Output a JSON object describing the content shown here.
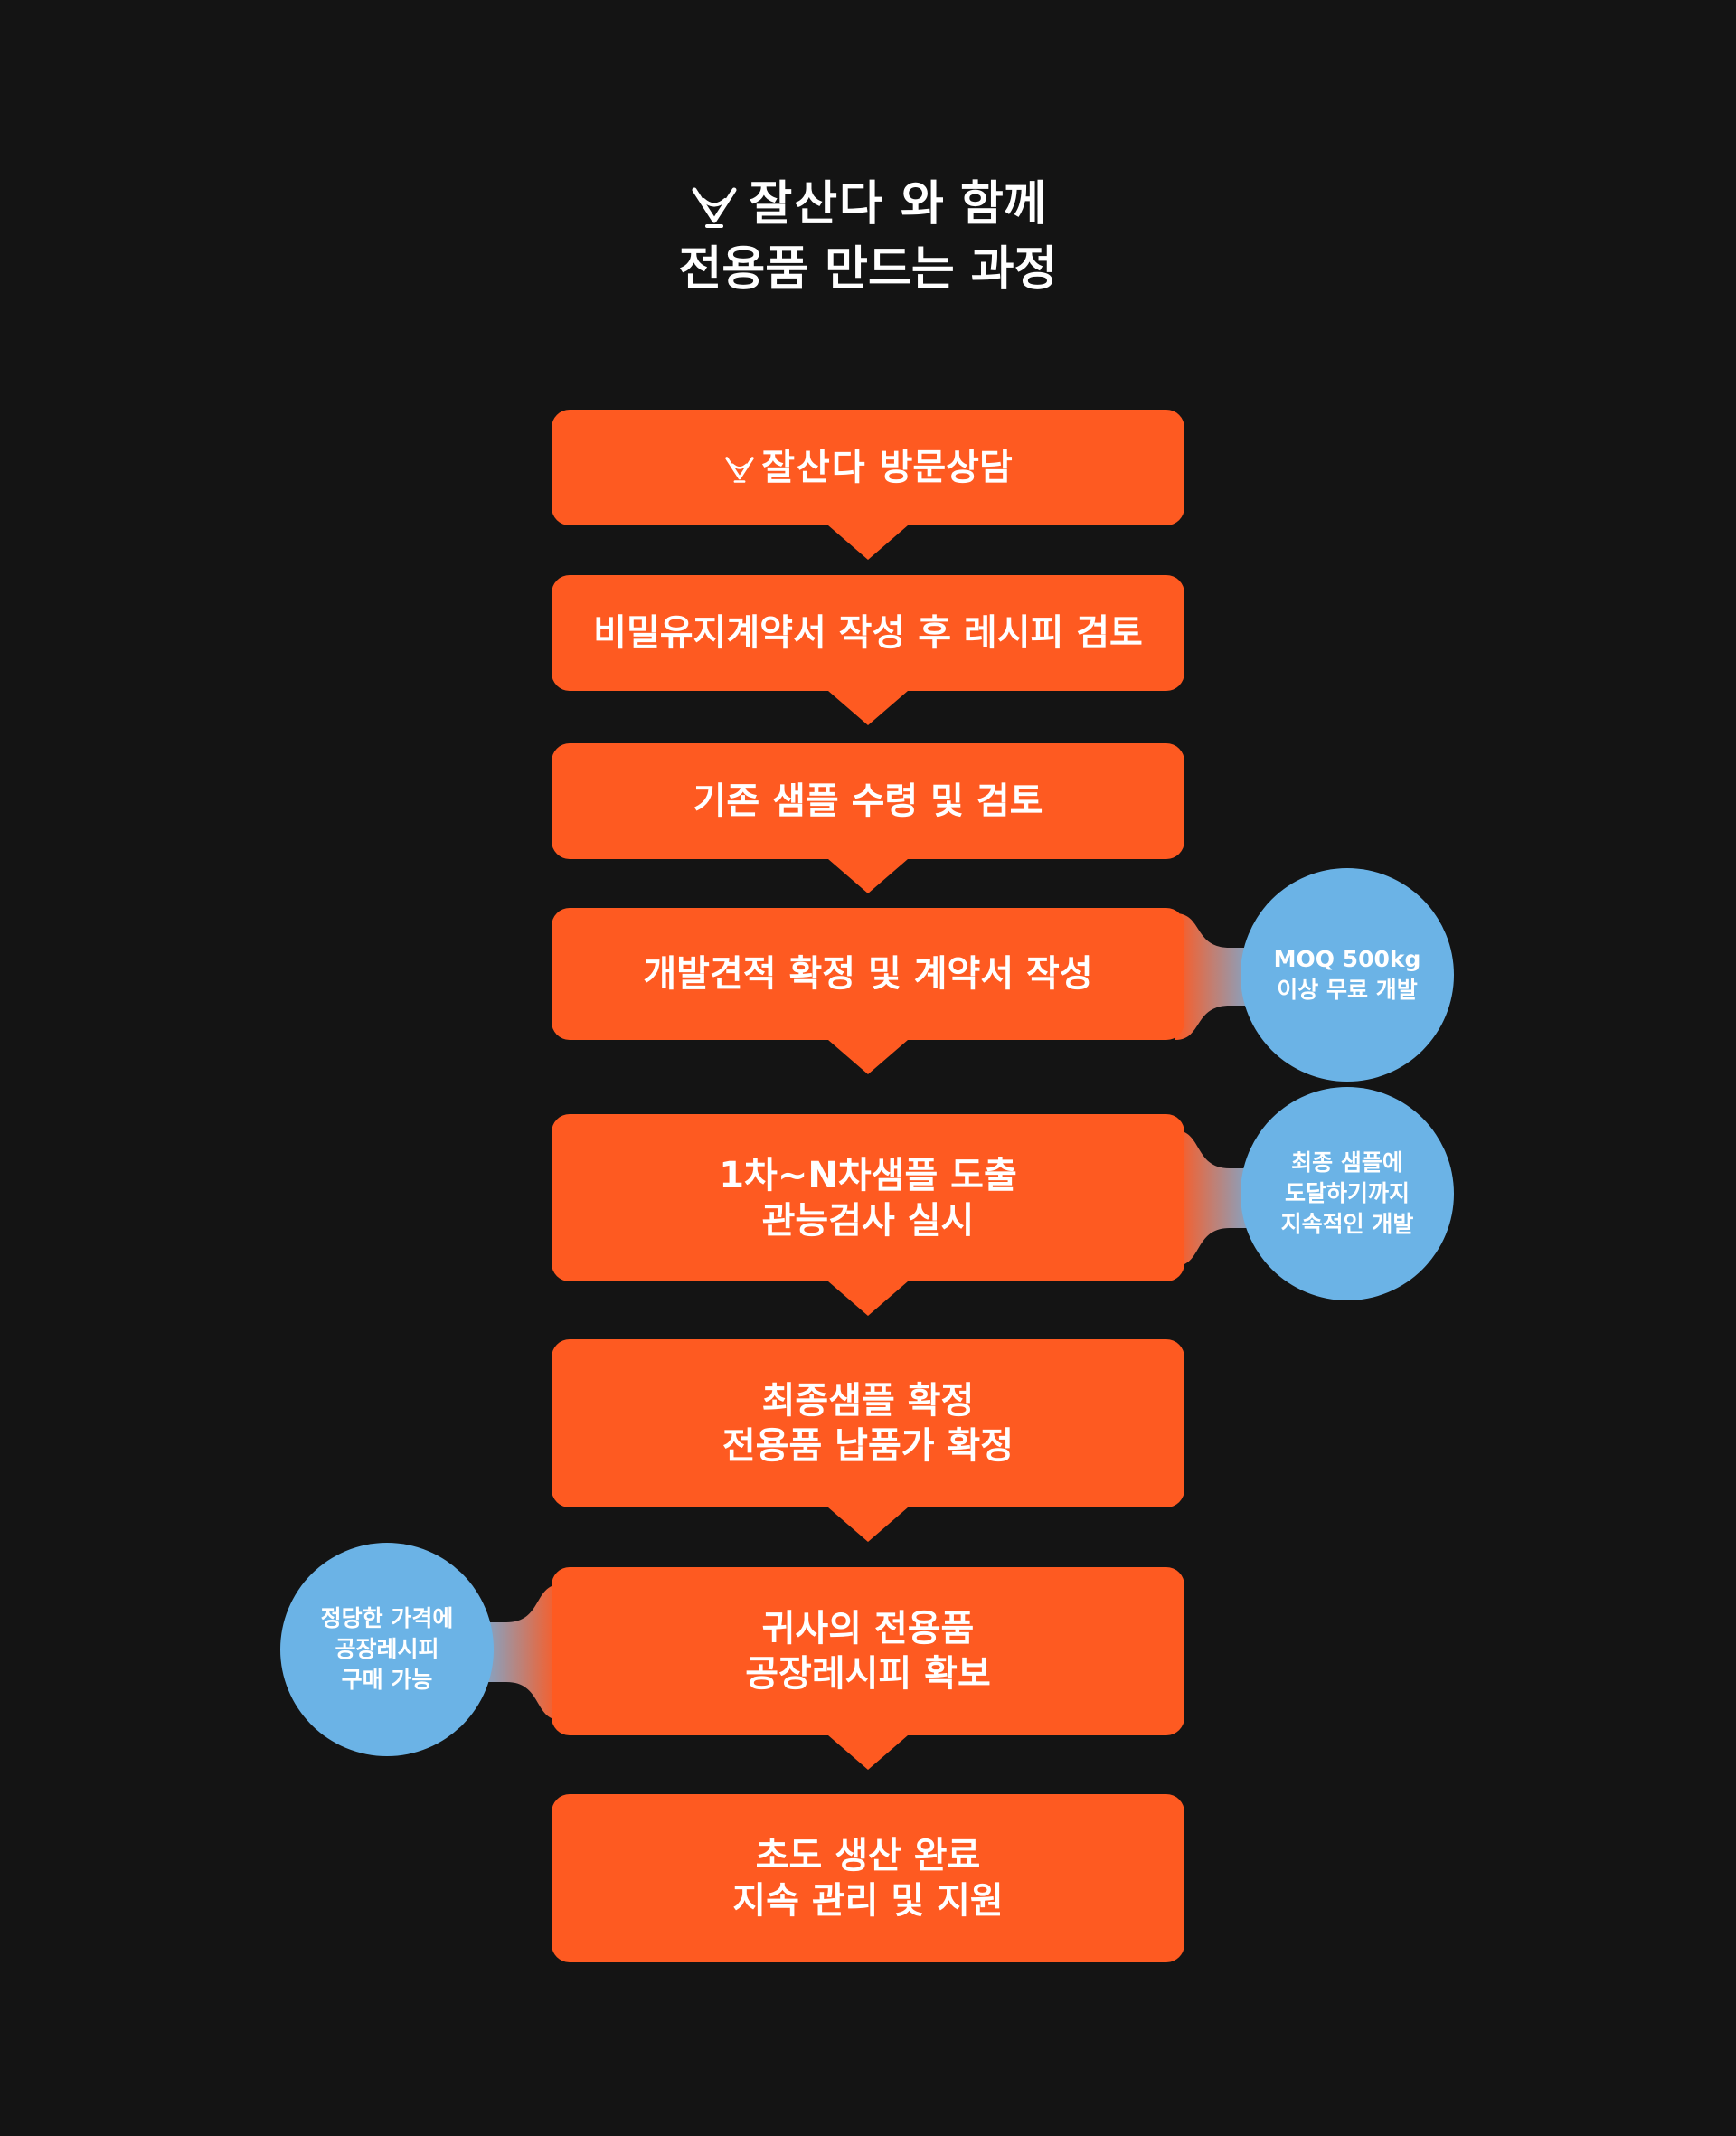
{
  "title": {
    "brand": "잘산다",
    "line1_suffix": " 와 함께",
    "line2": "전용품 만드는 과정"
  },
  "colors": {
    "background": "#141414",
    "step": "#fe5a21",
    "note": "#6bb3e6",
    "text": "#ffffff"
  },
  "icons": {
    "logo": "wine-glass-smile-icon"
  },
  "steps": [
    {
      "brand": "잘산다",
      "label": "방문상담"
    },
    {
      "lines": [
        "비밀유지계약서 작성 후 레시피 검토"
      ]
    },
    {
      "lines": [
        "기존 샘플 수령 및 검토"
      ]
    },
    {
      "lines": [
        "개발견적 확정 및 계약서 작성"
      ]
    },
    {
      "lines": [
        "1차~N차샘플  도출",
        "관능검사 실시"
      ]
    },
    {
      "lines": [
        "최종샘플 확정",
        "전용품 납품가 확정"
      ]
    },
    {
      "lines": [
        "귀사의 전용품",
        "공장레시피  확보"
      ]
    },
    {
      "lines": [
        "초도 생산 완료",
        "지속 관리 및 지원"
      ]
    }
  ],
  "notes": [
    {
      "lines": [
        "MOQ 500kg",
        "이상 무료 개발"
      ]
    },
    {
      "lines": [
        "최종 샘플에",
        "도달하기까지",
        "지속적인 개발"
      ]
    },
    {
      "lines": [
        "정당한 가격에",
        "공장레시피",
        "구매 가능"
      ]
    }
  ]
}
